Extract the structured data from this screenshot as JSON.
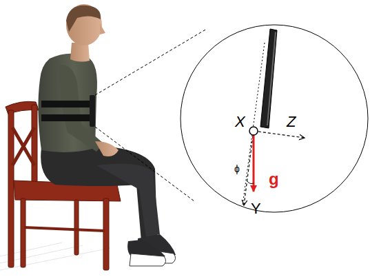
{
  "diagram": {
    "labels": [
      "X",
      "Z",
      "ϕ",
      "g",
      "Y"
    ]
  }
}
